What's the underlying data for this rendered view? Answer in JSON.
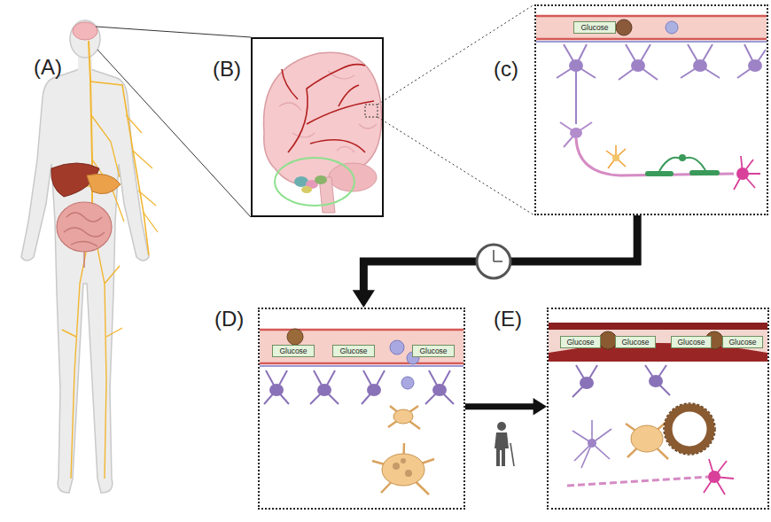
{
  "diagram": {
    "nodes": [
      {
        "text": [
          "(B)"
        ]
      },
      {
        "text": [
          "(c)"
        ]
      },
      {
        "text": [
          "Glucose"
        ],
        "in": 1
      },
      {
        "text": [
          "(D)"
        ]
      },
      {
        "text": [
          "Glucose"
        ],
        "in": 3
      },
      {
        "text": [
          "Glucose"
        ],
        "in": 3
      },
      {
        "text": [
          "Glucose"
        ],
        "in": 3
      },
      {
        "text": [
          "(E)"
        ]
      },
      {
        "text": [
          "Glucose"
        ],
        "in": 7
      },
      {
        "text": [
          "Glucose"
        ],
        "in": 7
      },
      {
        "text": [
          "Glucose"
        ],
        "in": 7
      },
      {
        "text": [
          "Glucose"
        ],
        "in": 7
      }
    ],
    "edges": [
      {
        "from": 1,
        "to": 3,
        "arrow": "to"
      },
      {
        "from": 3,
        "to": 7,
        "arrow": "to"
      }
    ],
    "labels": [
      "(A)"
    ]
  }
}
